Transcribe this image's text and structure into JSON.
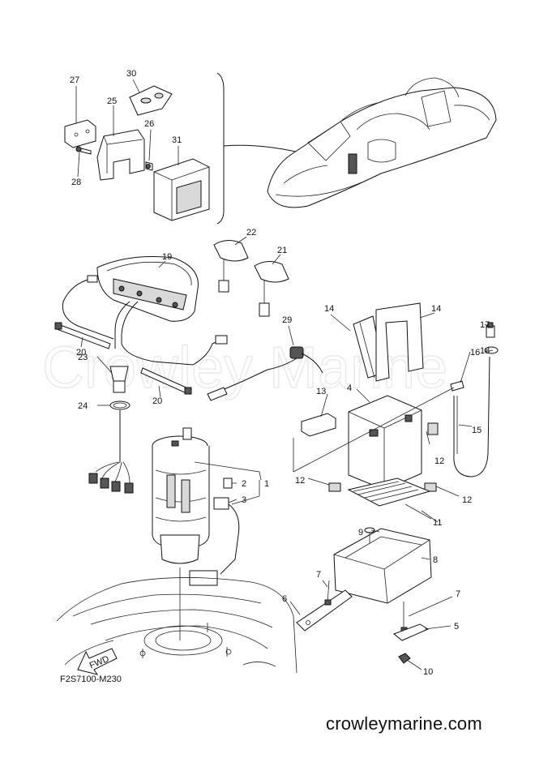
{
  "diagram": {
    "drawing_code": "F2S7100-M230",
    "watermark": "Crowley Marine",
    "footer": "crowleymarine.com",
    "direction_arrow": "FWD",
    "callouts": [
      "1",
      "2",
      "3",
      "4",
      "5",
      "6",
      "7",
      "7",
      "8",
      "9",
      "10",
      "11",
      "12",
      "12",
      "12",
      "12",
      "13",
      "14",
      "14",
      "15",
      "16",
      "17",
      "18",
      "19",
      "20",
      "20",
      "21",
      "22",
      "23",
      "24",
      "25",
      "26",
      "27",
      "28",
      "29",
      "30",
      "31"
    ]
  }
}
